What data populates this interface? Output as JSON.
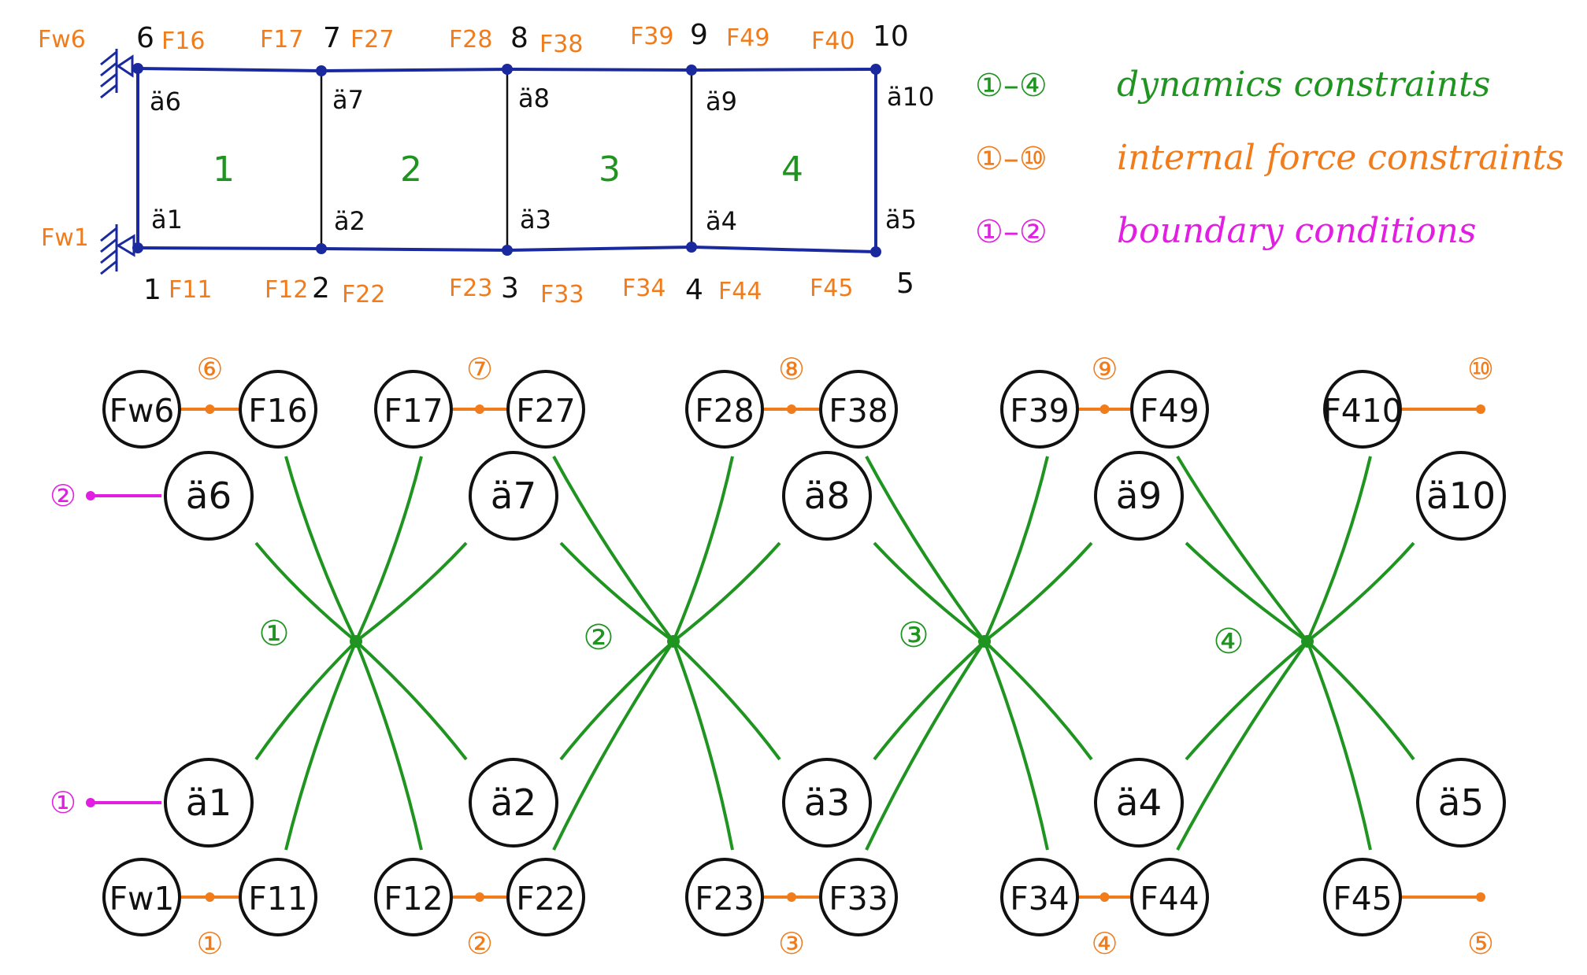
{
  "colors": {
    "frame": "#1a2a9e",
    "force": "#f07c1c",
    "dynamics": "#1f9420",
    "boundary": "#e11ee1",
    "ink": "#111111"
  },
  "legend": [
    {
      "key": "①–④",
      "text": "dynamics constraints",
      "color": "dynamics"
    },
    {
      "key": "①–⑩",
      "text": "internal force constraints",
      "color": "force"
    },
    {
      "key": "①–②",
      "text": "boundary conditions",
      "color": "boundary"
    }
  ],
  "structure": {
    "cells": [
      "1",
      "2",
      "3",
      "4"
    ],
    "top_nodes": [
      "6",
      "7",
      "8",
      "9",
      "10"
    ],
    "bottom_nodes": [
      "1",
      "2",
      "3",
      "4",
      "5"
    ],
    "top_accels": [
      "ä6",
      "ä7",
      "ä8",
      "ä9",
      "ä10"
    ],
    "bottom_accels": [
      "ä1",
      "ä2",
      "ä3",
      "ä4",
      "ä5"
    ],
    "top_forces": [
      "Fw6",
      "F16",
      "F17",
      "F27",
      "F28",
      "F38",
      "F39",
      "F49",
      "F40"
    ],
    "bottom_forces": [
      "Fw1",
      "F11",
      "F12",
      "F22",
      "F23",
      "F33",
      "F34",
      "F44",
      "F45"
    ]
  },
  "graph": {
    "top_force_nodes": [
      "Fw6",
      "F16",
      "F17",
      "F27",
      "F28",
      "F38",
      "F39",
      "F49",
      "F410"
    ],
    "bottom_force_nodes": [
      "Fw1",
      "F11",
      "F12",
      "F22",
      "F23",
      "F33",
      "F34",
      "F44",
      "F45"
    ],
    "top_accel_nodes": [
      "ä6",
      "ä7",
      "ä8",
      "ä9",
      "ä10"
    ],
    "bottom_accel_nodes": [
      "ä1",
      "ä2",
      "ä3",
      "ä4",
      "ä5"
    ],
    "dynamics_labels": [
      "①",
      "②",
      "③",
      "④"
    ],
    "top_force_constraints": [
      "⑥",
      "⑦",
      "⑧",
      "⑨",
      "⑩"
    ],
    "bottom_force_constraints": [
      "①",
      "②",
      "③",
      "④",
      "⑤"
    ],
    "boundary_labels": [
      "②",
      "①"
    ]
  }
}
